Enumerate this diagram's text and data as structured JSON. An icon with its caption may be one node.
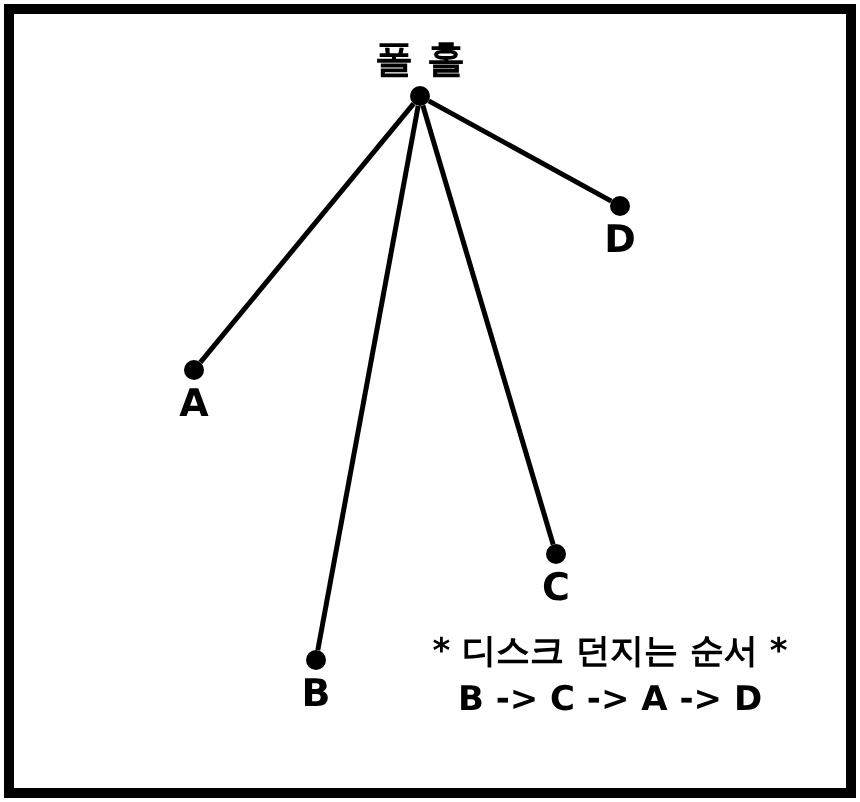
{
  "diagram": {
    "nodes": [
      {
        "text": [
          "폴 홀"
        ]
      },
      {
        "text": [
          "D"
        ]
      },
      {
        "text": [
          "A"
        ]
      },
      {
        "text": [
          "C"
        ]
      },
      {
        "text": [
          "B"
        ]
      }
    ],
    "edges": [
      {
        "from": 0,
        "to": 2,
        "arrow": "none"
      },
      {
        "from": 0,
        "to": 4,
        "arrow": "none"
      },
      {
        "from": 0,
        "to": 3,
        "arrow": "none"
      },
      {
        "from": 0,
        "to": 1,
        "arrow": "none"
      }
    ],
    "labels": [
      "* 디스크 던지는 순서 *",
      "B -> C -> A -> D"
    ]
  }
}
